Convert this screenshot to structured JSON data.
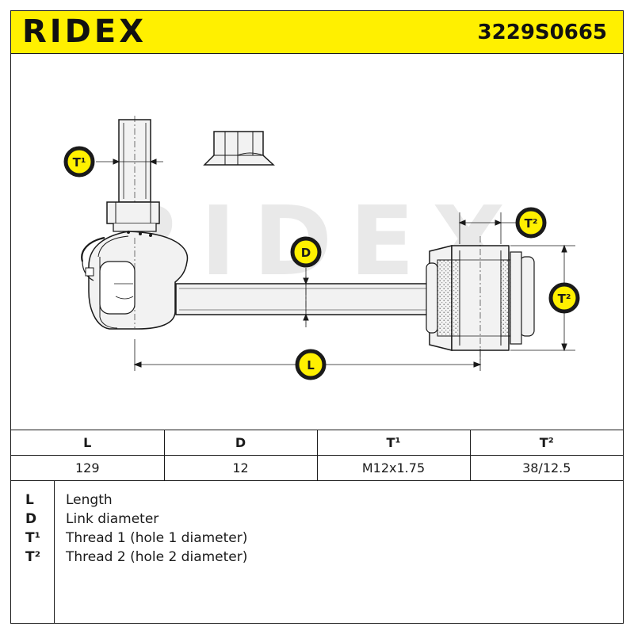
{
  "header": {
    "brand": "RIDEX",
    "part_number": "3229S0665"
  },
  "drawing": {
    "watermark": "RIDEX",
    "dimension_labels": {
      "t1": "T¹",
      "d": "D",
      "l": "L",
      "t2_top": "T²",
      "t2_side": "T²"
    }
  },
  "spec_table": {
    "headers": [
      "L",
      "D",
      "T¹",
      "T²"
    ],
    "values": [
      "129",
      "12",
      "M12x1.75",
      "38/12.5"
    ]
  },
  "legend": {
    "items": [
      {
        "symbol": "L",
        "text": "Length"
      },
      {
        "symbol": "D",
        "text": "Link diameter"
      },
      {
        "symbol": "T¹",
        "text": "Thread 1 (hole 1 diameter)"
      },
      {
        "symbol": "T²",
        "text": "Thread 2 (hole 2 diameter)"
      }
    ]
  },
  "colors": {
    "accent_yellow": "#fff000",
    "line": "#1a1a1a",
    "part_fill": "#f2f2f2"
  }
}
